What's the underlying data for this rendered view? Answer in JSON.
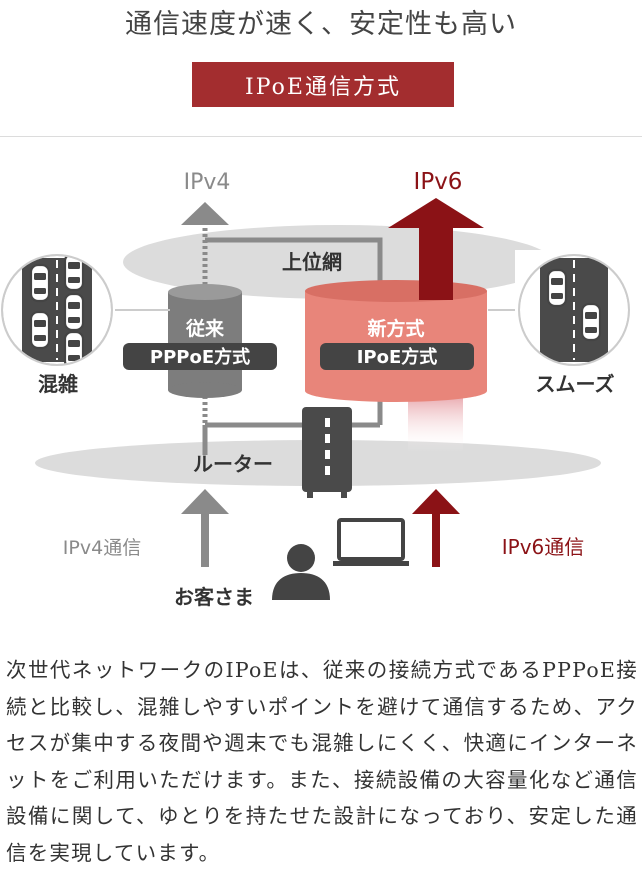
{
  "header": {
    "title": "通信速度が速く、安定性も高い",
    "badge": "IPoE通信方式"
  },
  "diagram": {
    "ipv4_top": "IPv4",
    "ipv6_top": "IPv6",
    "upper_network": "上位網",
    "legacy_line1": "従来",
    "legacy_line2": "PPPoE方式",
    "new_line1": "新方式",
    "new_line2": "IPoE方式",
    "congested": "混雑",
    "smooth": "スムーズ",
    "router": "ルーター",
    "ipv4_comm": "IPv4通信",
    "ipv6_comm": "IPv6通信",
    "customer": "お客さま"
  },
  "colors": {
    "accent": "#a32d2f",
    "ipv6": "#8b1216",
    "gray_arrow": "#8a8a8a",
    "cylinder_new": "#e8857a"
  },
  "description": "次世代ネットワークのIPoEは、従来の接続方式であるPPPoE接続と比較し、混雑しやすいポイントを避けて通信するため、アクセスが集中する夜間や週末でも混雑しにくく、快適にインターネットをご利用いただけます。また、接続設備の大容量化など通信設備に関して、ゆとりを持たせた設計になっており、安定した通信を実現しています。"
}
